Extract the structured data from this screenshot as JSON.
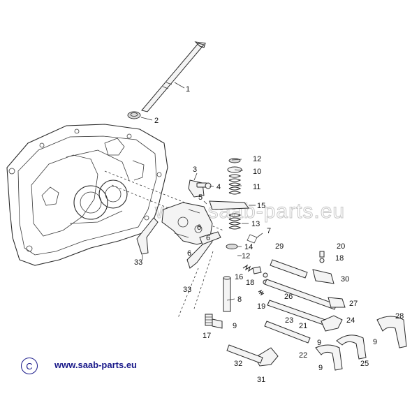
{
  "watermark": "www.saab-parts.eu",
  "footer": {
    "copyright_symbol": "C",
    "url": "www.saab-parts.eu"
  },
  "parts": [
    {
      "num": "1"
    },
    {
      "num": "2"
    },
    {
      "num": "3"
    },
    {
      "num": "4"
    },
    {
      "num": "5"
    },
    {
      "num": "6"
    },
    {
      "num": "6"
    },
    {
      "num": "6"
    },
    {
      "num": "7"
    },
    {
      "num": "8"
    },
    {
      "num": "9"
    },
    {
      "num": "9"
    },
    {
      "num": "9"
    },
    {
      "num": "9"
    },
    {
      "num": "10"
    },
    {
      "num": "11"
    },
    {
      "num": "12"
    },
    {
      "num": "12"
    },
    {
      "num": "13"
    },
    {
      "num": "14"
    },
    {
      "num": "15"
    },
    {
      "num": "16"
    },
    {
      "num": "17"
    },
    {
      "num": "18"
    },
    {
      "num": "18"
    },
    {
      "num": "19"
    },
    {
      "num": "20"
    },
    {
      "num": "21"
    },
    {
      "num": "22"
    },
    {
      "num": "23"
    },
    {
      "num": "24"
    },
    {
      "num": "25"
    },
    {
      "num": "26"
    },
    {
      "num": "27"
    },
    {
      "num": "28"
    },
    {
      "num": "29"
    },
    {
      "num": "30"
    },
    {
      "num": "31"
    },
    {
      "num": "32"
    },
    {
      "num": "33"
    },
    {
      "num": "33"
    }
  ]
}
